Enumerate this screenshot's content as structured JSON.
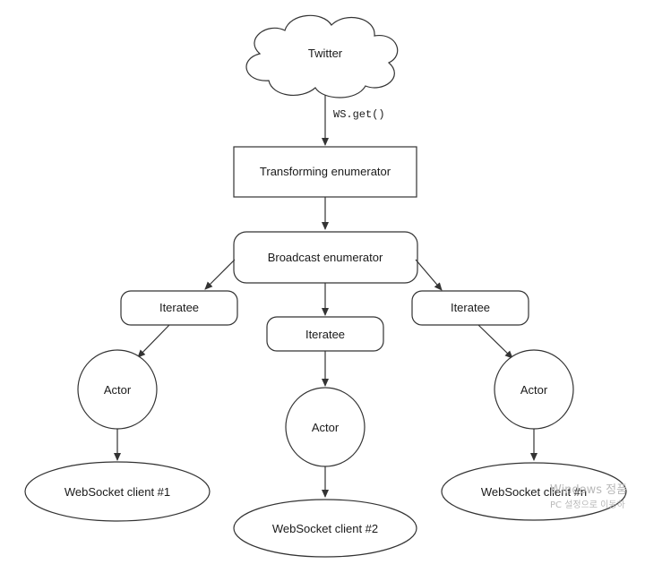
{
  "nodes": {
    "twitter": "Twitter",
    "ws_get": "WS.get()",
    "transforming": "Transforming enumerator",
    "broadcast": "Broadcast enumerator",
    "iteratee_left": "Iteratee",
    "iteratee_mid": "Iteratee",
    "iteratee_right": "Iteratee",
    "actor_left": "Actor",
    "actor_mid": "Actor",
    "actor_right": "Actor",
    "client_1": "WebSocket client #1",
    "client_2": "WebSocket client #2",
    "client_n": "WebSocket client #n"
  },
  "watermark": {
    "line1": "Windows 정품",
    "line2": "PC 설정으로 이동하"
  }
}
